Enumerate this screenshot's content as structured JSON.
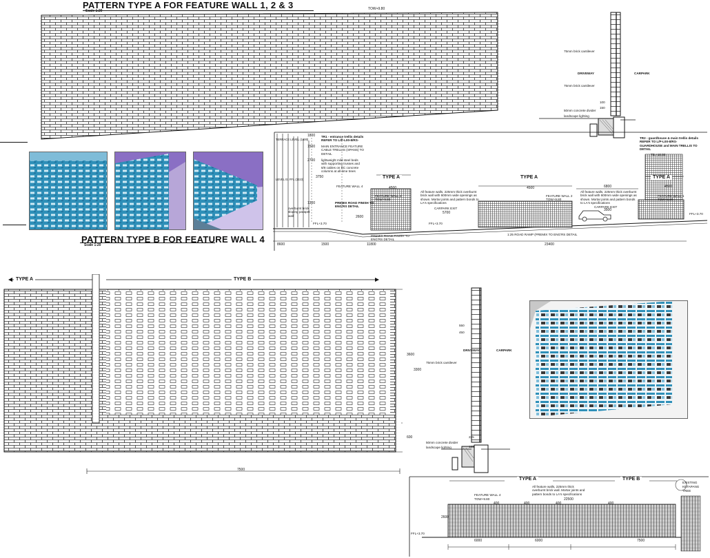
{
  "drawing": {
    "title_a": "PATTERN TYPE A FOR FEATURE WALL 1, 2 & 3",
    "title_b": "PATTERN TYPE B FOR FEATURE WALL 4",
    "scale_a": "Scale 1:20",
    "scale_b": "Scale 1:20",
    "top_label": "TOW+9.80"
  },
  "section_upper": {
    "labels": [
      "75mm brick cantilever",
      "DRIVEWAY",
      "CARPARK",
      "75mm brick cantilever",
      "50mm concrete divider",
      "landscape lighting",
      "100",
      "150"
    ]
  },
  "elevation": {
    "notes": [
      "TR1 - entrance trellis details REFER TO L/P-L00-8/RS-",
      "MAIN ENTRANCE FEATURE CABLE TRELLIS (SPANS) TO DETAIL",
      "lightweight mild steel beds with supporting trusses and 8/8 cables on RC concrete columns at all-time trees",
      "All feature walls, 225mm thick overburnt brick wall with 600mm wide openings as shown. Mortar joints and pattern bonds to LA's specifications",
      "All feature walls, 225mm thick overburnt brick wall with 600mm wide openings as shown. Mortar joints and pattern bonds to LA's specifications",
      "TR2 - guardhouse & main trellis details REFER TO L/P-L00-8/RS- GUARDHOUSE and MAIN TRELLIS TO DETAIL"
    ],
    "left_labels": [
      "TERRACE LEVEL (1800)",
      "LEVEL 01 FFL (3223)",
      "overburnt brick sloping parapet wall",
      "FFL+3.70",
      "PREMIX ROAD FINISH TO ENG'RS DETAIL",
      "PREMIX ROAD FINISH TO ENG'RS DETAIL",
      "FFL+3.70",
      "1:25 ROAD RAMP (PREMIX TO ENG'RS DETAIL"
    ],
    "walls": [
      "FEATURE WALL 4",
      "FEATURE WALL 3",
      "FEATURE WALL 2",
      "FEATURE WALL 1"
    ],
    "wall_tows": [
      "TOW+9.80",
      "TOW+9.80",
      "TOW+9.80"
    ],
    "car_labels": [
      "CARPARK EXIT",
      "CARPARK EXIT"
    ],
    "tags": [
      "TYPE A",
      "TYPE A",
      "TYPE A"
    ],
    "dims": [
      "8600",
      "1500",
      "11800",
      "23400",
      "4500",
      "5700",
      "4500",
      "3500",
      "6800",
      "4500",
      "2600",
      "1300",
      "1500",
      "1800",
      "2700",
      "3750"
    ],
    "fl": "FFL+3.70",
    "trellis_top": "TB.+10.50"
  },
  "wall_b": {
    "tag_a": "TYPE A",
    "tag_b": "TYPE B",
    "dims_right": [
      "3600",
      "3300",
      "600"
    ],
    "dim_bottom": "7500"
  },
  "section_lower": {
    "labels": [
      "DRIVEWAY",
      "CARPARK",
      "75mm brick cantilever",
      "50mm concrete divider",
      "landscape lighting",
      "550",
      "450",
      "225",
      "125"
    ]
  },
  "bottom_elev": {
    "tag_a": "TYPE A",
    "tag_b": "TYPE B",
    "note": "All feature walls, 225mm thick overburnt brick wall. Mortar joints and pattern bonds to LA's specifications",
    "wall": "FEATURE WALL 4",
    "tow": "TOW+9.80",
    "dims": [
      "2600",
      "6000",
      "6000",
      "7500",
      "22500",
      "400",
      "400",
      "400",
      "400"
    ],
    "fl": "FFL+3.70",
    "side": [
      "EXISTING",
      "KETAPANG",
      "TREE"
    ]
  },
  "colors": {
    "photo_blue": "#2e8fb8",
    "photo_deep": "#1f6f9a",
    "photo_purple": "#8a6fc4",
    "line": "#111111"
  }
}
